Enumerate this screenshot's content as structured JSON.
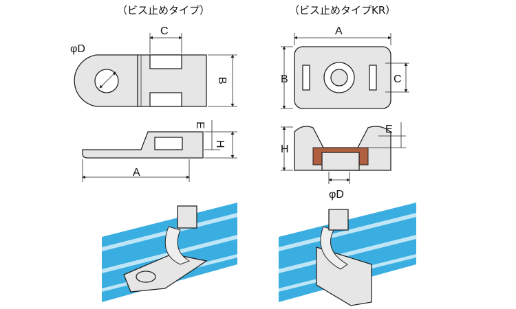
{
  "titles": {
    "left": "（ビス止めタイプ）",
    "right": "（ビス止めタイプKR）"
  },
  "left_labels": {
    "phiD": "φD",
    "C": "C",
    "B": "B",
    "E": "E",
    "H": "H",
    "A": "A"
  },
  "right_labels": {
    "A": "A",
    "B": "B",
    "C": "C",
    "E": "E",
    "H": "H",
    "phiD": "φD"
  },
  "colors": {
    "cable": "#3aaee0",
    "part": "#e6e6e6"
  }
}
